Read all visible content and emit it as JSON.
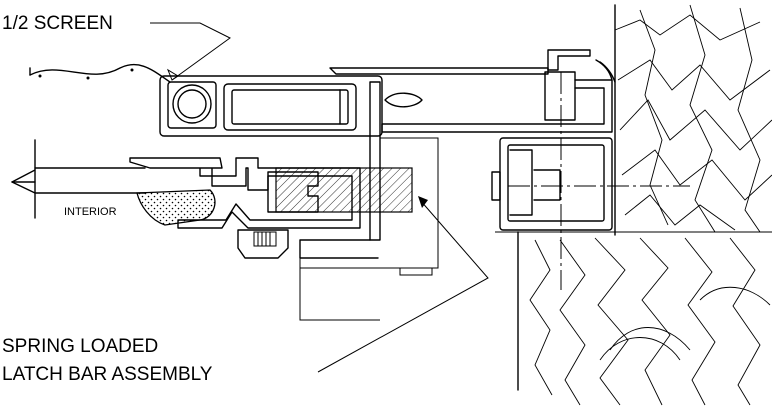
{
  "labels": {
    "screen": "1/2 SCREEN",
    "interior": "INTERIOR",
    "latch_line1": "SPRING LOADED",
    "latch_line2": "LATCH BAR ASSEMBLY"
  },
  "colors": {
    "ink": "#000000",
    "background": "#ffffff"
  }
}
